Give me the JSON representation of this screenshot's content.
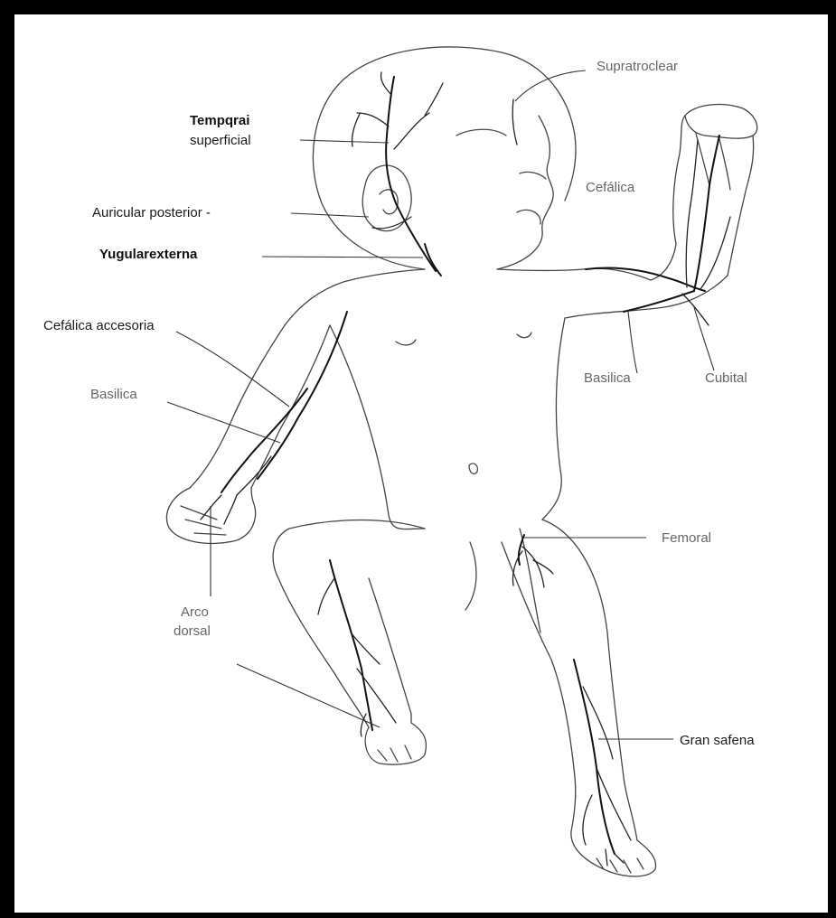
{
  "labels": {
    "supratroclear": "Supratroclear",
    "temporal_line1": "Tempqrai",
    "temporal_line2": "superficial",
    "cefalica_arm": "Cefálica",
    "auricular": "Auricular posterior -",
    "yugular": "Yugularexterna",
    "cefalica_accesoria": "Cefálica accesoria",
    "basilica_left": "Basilica",
    "basilica_right": "Basilica",
    "cubital": "Cubital",
    "femoral": "Femoral",
    "arco_line1": "Arco",
    "arco_line2": "dorsal",
    "gran_safena": "Gran safena"
  },
  "colors": {
    "background": "#ffffff",
    "border": "#000000",
    "outline": "#444444",
    "vein": "#111111"
  }
}
